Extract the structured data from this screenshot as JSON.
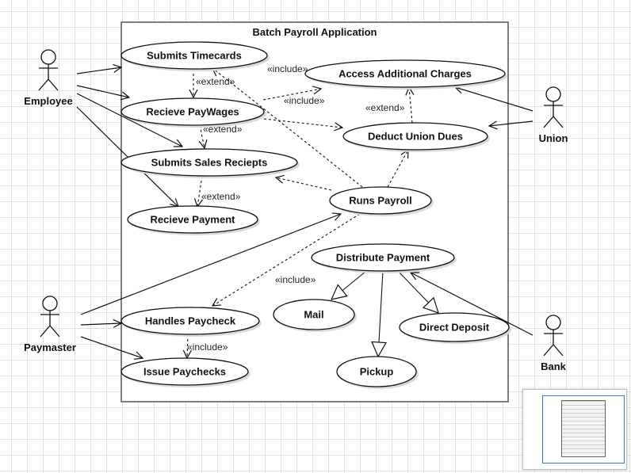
{
  "diagram": {
    "system_title": "Batch Payroll Application",
    "actors": [
      {
        "id": "employee",
        "name": "Employee"
      },
      {
        "id": "paymaster",
        "name": "Paymaster"
      },
      {
        "id": "union",
        "name": "Union"
      },
      {
        "id": "bank",
        "name": "Bank"
      }
    ],
    "use_cases": [
      {
        "id": "submits_timecards",
        "label": "Submits Timecards"
      },
      {
        "id": "recieve_paywages",
        "label": "Recieve PayWages"
      },
      {
        "id": "submits_sales_reciepts",
        "label": "Submits Sales Reciepts"
      },
      {
        "id": "recieve_payment",
        "label": "Recieve Payment"
      },
      {
        "id": "access_additional_charges",
        "label": "Access Additional Charges"
      },
      {
        "id": "deduct_union_dues",
        "label": "Deduct Union Dues"
      },
      {
        "id": "runs_payroll",
        "label": "Runs Payroll"
      },
      {
        "id": "distribute_payment",
        "label": "Distribute Payment"
      },
      {
        "id": "mail",
        "label": "Mail"
      },
      {
        "id": "direct_deposit",
        "label": "Direct Deposit"
      },
      {
        "id": "pickup",
        "label": "Pickup"
      },
      {
        "id": "handles_paycheck",
        "label": "Handles Paycheck"
      },
      {
        "id": "issue_paychecks",
        "label": "Issue Paychecks"
      }
    ],
    "associations": [
      {
        "from": "employee",
        "to": "submits_timecards"
      },
      {
        "from": "employee",
        "to": "recieve_paywages"
      },
      {
        "from": "employee",
        "to": "submits_sales_reciepts"
      },
      {
        "from": "employee",
        "to": "recieve_payment"
      },
      {
        "from": "union",
        "to": "access_additional_charges"
      },
      {
        "from": "union",
        "to": "deduct_union_dues"
      },
      {
        "from": "paymaster",
        "to": "runs_payroll"
      },
      {
        "from": "paymaster",
        "to": "handles_paycheck"
      },
      {
        "from": "paymaster",
        "to": "issue_paychecks"
      },
      {
        "from": "bank",
        "to": "distribute_payment"
      }
    ],
    "dependencies": [
      {
        "from": "submits_timecards",
        "to": "recieve_paywages",
        "stereotype": "«extend»"
      },
      {
        "from": "recieve_paywages",
        "to": "submits_sales_reciepts",
        "stereotype": "«extend»"
      },
      {
        "from": "submits_sales_reciepts",
        "to": "recieve_payment",
        "stereotype": "«extend»"
      },
      {
        "from": "recieve_paywages",
        "to": "access_additional_charges",
        "stereotype": "«include»"
      },
      {
        "from": "deduct_union_dues",
        "to": "access_additional_charges",
        "stereotype": "«extend»"
      },
      {
        "from": "recieve_paywages",
        "to": "deduct_union_dues",
        "stereotype": ""
      },
      {
        "from": "runs_payroll",
        "to": "submits_timecards",
        "stereotype": "«include»"
      },
      {
        "from": "runs_payroll",
        "to": "submits_sales_reciepts",
        "stereotype": ""
      },
      {
        "from": "runs_payroll",
        "to": "deduct_union_dues",
        "stereotype": ""
      },
      {
        "from": "runs_payroll",
        "to": "handles_paycheck",
        "stereotype": "«include»"
      },
      {
        "from": "handles_paycheck",
        "to": "issue_paychecks",
        "stereotype": "«include»"
      }
    ],
    "generalizations": [
      {
        "from": "mail",
        "to": "distribute_payment"
      },
      {
        "from": "pickup",
        "to": "distribute_payment"
      },
      {
        "from": "direct_deposit",
        "to": "distribute_payment"
      }
    ]
  }
}
